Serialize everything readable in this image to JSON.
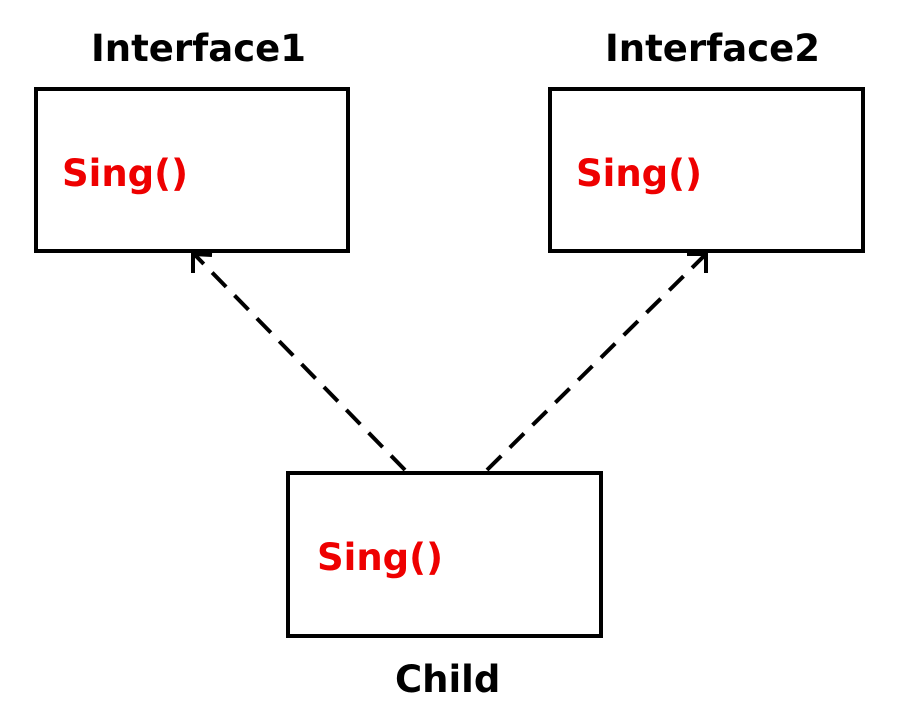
{
  "diagram": {
    "interface1": {
      "title": "Interface1",
      "method": "Sing()"
    },
    "interface2": {
      "title": "Interface2",
      "method": "Sing()"
    },
    "child": {
      "title": "Child",
      "method": "Sing()"
    },
    "relations": [
      {
        "from": "Child",
        "to": "Interface1",
        "style": "dashed",
        "arrowhead": "open"
      },
      {
        "from": "Child",
        "to": "Interface2",
        "style": "dashed",
        "arrowhead": "open"
      }
    ]
  },
  "colors": {
    "method_text": "#ee0000",
    "title_text": "#000000",
    "box_border": "#000000",
    "arrow": "#000000"
  }
}
